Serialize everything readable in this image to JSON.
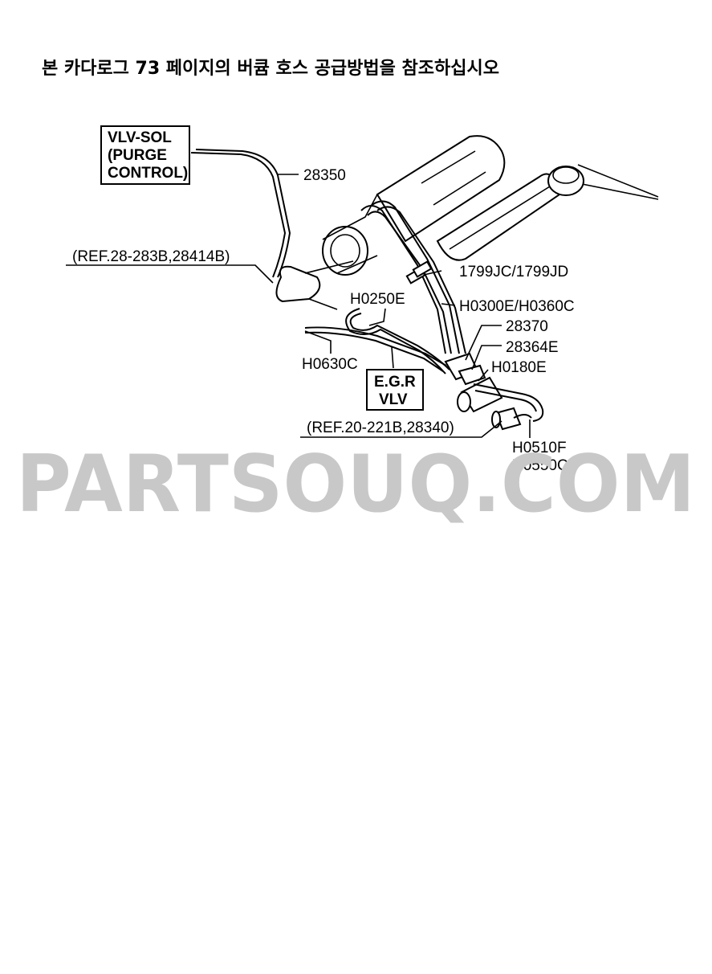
{
  "note": "본 카다로그 73 페이지의 버큠 호스 공급방법을 참조하십시오",
  "boxes": {
    "vlv_sol": [
      "VLV-SOL",
      "(PURGE",
      "CONTROL)"
    ],
    "egr_vlv": [
      "E.G.R",
      "VLV"
    ]
  },
  "labels": {
    "p28350": "28350",
    "ref_28": "(REF.28-283B,28414B)",
    "p1799": "1799JC/1799JD",
    "h0250e": "H0250E",
    "h0300e": "H0300E/H0360C",
    "p28370": "28370",
    "p28364e": "28364E",
    "h0630c": "H0630C",
    "h0180e": "H0180E",
    "ref_20": "(REF.20-221B,28340)",
    "h0510f": "H0510F",
    "h0550c": "H0550C"
  },
  "watermark": "PARTSOUQ.COM"
}
